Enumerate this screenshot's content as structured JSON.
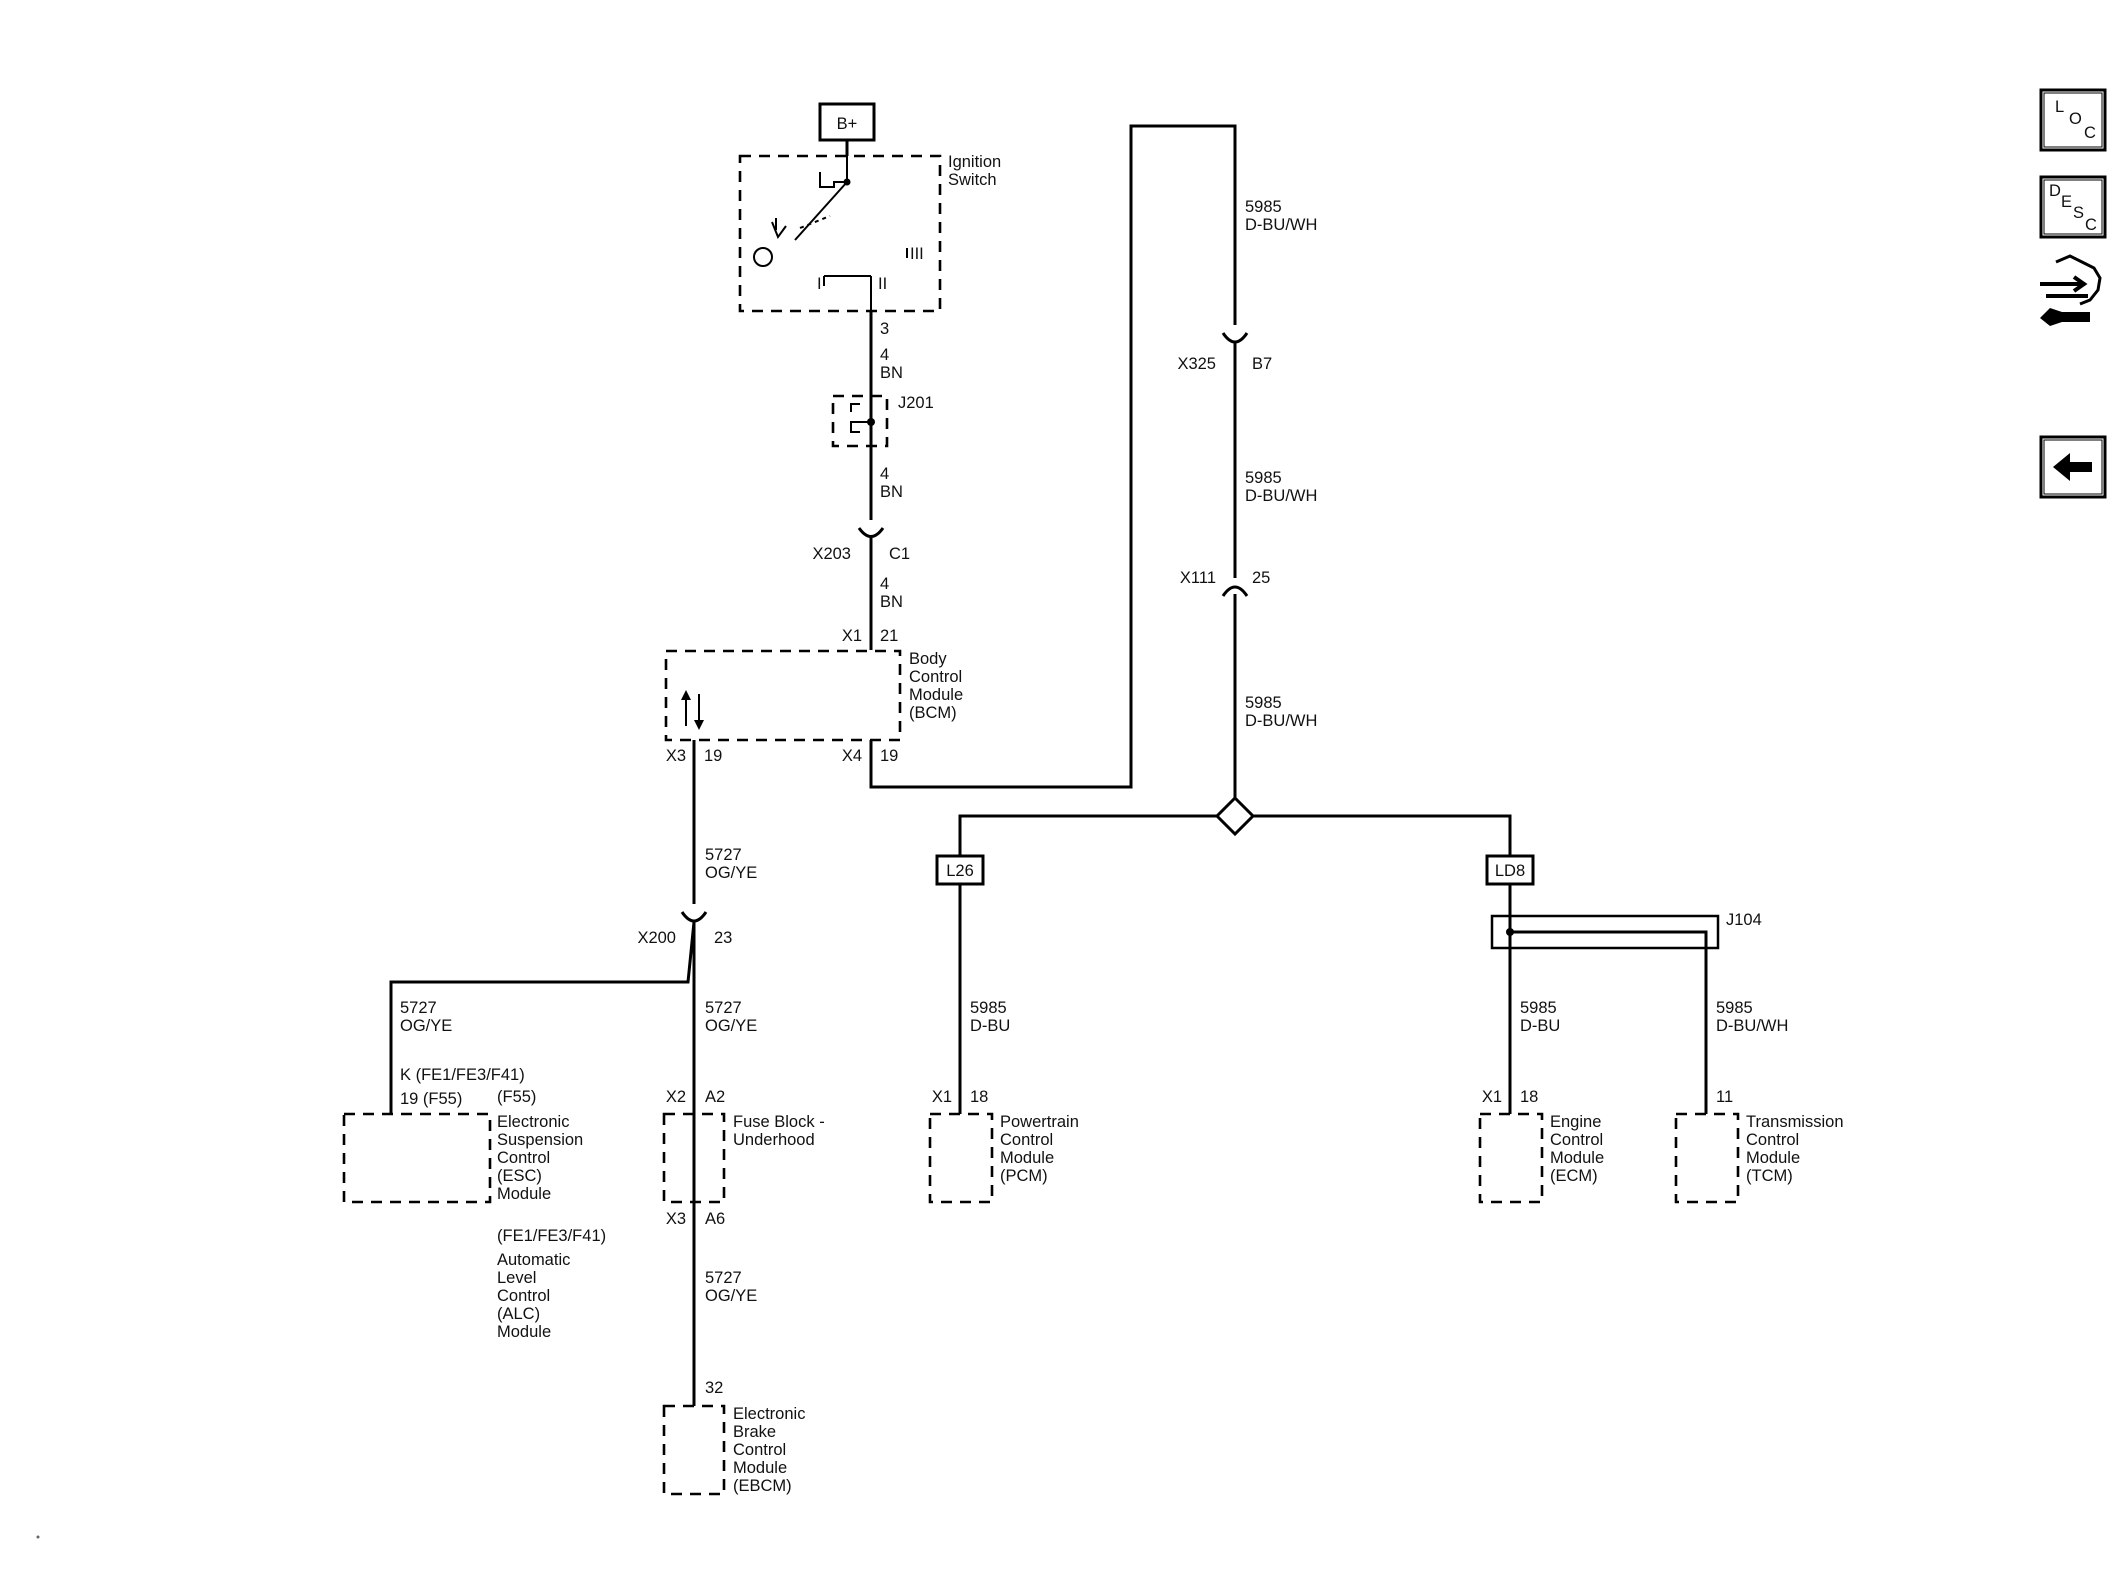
{
  "power": {
    "source": "B+"
  },
  "ignition_switch": {
    "name_line1": "Ignition",
    "name_line2": "Switch",
    "pos1": "I",
    "pos2": "II",
    "pos3": "III"
  },
  "left_wiring": {
    "pin3": "3",
    "g1": "4",
    "c1": "BN",
    "j201": "J201",
    "g2": "4",
    "c2": "BN",
    "x203": "X203",
    "x203_pin": "C1",
    "g3": "4",
    "c3": "BN",
    "x1": "X1",
    "x1_pin": "21"
  },
  "bcm": {
    "l1": "Body",
    "l2": "Control",
    "l3": "Module",
    "l4": "(BCM)",
    "x3": "X3",
    "x3_pin": "19",
    "x4": "X4",
    "x4_pin": "19"
  },
  "circuit_5727": {
    "w1": "5727",
    "c1": "OG/YE",
    "x200": "X200",
    "x200_pin": "23",
    "wl": "5727",
    "cl": "OG/YE",
    "wr": "5727",
    "cr": "OG/YE",
    "w3": "5727",
    "c3": "OG/YE"
  },
  "esc": {
    "opt1": "K (FE1/FE3/F41)",
    "opt2": "19 (F55)",
    "opt3": "(F55)",
    "l1": "Electronic",
    "l2": "Suspension",
    "l3": "Control",
    "l4": "(ESC)",
    "l5": "Module",
    "alc0": "(FE1/FE3/F41)",
    "alc1": "Automatic",
    "alc2": "Level",
    "alc3": "Control",
    "alc4": "(ALC)",
    "alc5": "Module"
  },
  "fuse_block": {
    "x2": "X2",
    "x2_pin": "A2",
    "l1": "Fuse Block -",
    "l2": "Underhood",
    "x3": "X3",
    "x3_pin": "A6"
  },
  "ebcm": {
    "pin": "32",
    "l1": "Electronic",
    "l2": "Brake",
    "l3": "Control",
    "l4": "Module",
    "l5": "(EBCM)"
  },
  "circuit_5985": {
    "w1": "5985",
    "c1": "D-BU/WH",
    "x325": "X325",
    "x325_pin": "B7",
    "w2": "5985",
    "c2": "D-BU/WH",
    "x111": "X111",
    "x111_pin": "25",
    "w3": "5985",
    "c3": "D-BU/WH"
  },
  "options": {
    "l26": "L26",
    "ld8": "LD8",
    "j104": "J104"
  },
  "pcm": {
    "w": "5985",
    "c": "D-BU",
    "x1": "X1",
    "pin": "18",
    "l1": "Powertrain",
    "l2": "Control",
    "l3": "Module",
    "l4": "(PCM)"
  },
  "ecm": {
    "w": "5985",
    "c": "D-BU",
    "x1": "X1",
    "pin": "18",
    "l1": "Engine",
    "l2": "Control",
    "l3": "Module",
    "l4": "(ECM)"
  },
  "tcm": {
    "w": "5985",
    "c": "D-BU/WH",
    "pin": "11",
    "l1": "Transmission",
    "l2": "Control",
    "l3": "Module",
    "l4": "(TCM)"
  },
  "side_buttons": {
    "loc": {
      "a": "L",
      "b": "O",
      "c": "C"
    },
    "desc": {
      "a": "D",
      "b": "E",
      "c": "S",
      "d": "C"
    }
  }
}
